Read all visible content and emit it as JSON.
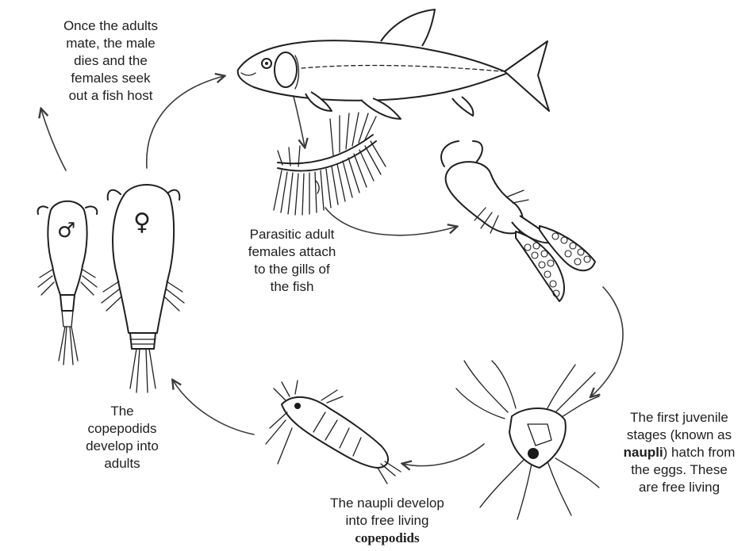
{
  "captions": {
    "mate": [
      "Once the adults",
      "mate, the male",
      "dies and the",
      "females seek",
      "out a fish host"
    ],
    "attach": [
      "Parasitic adult",
      "females attach",
      "to the gills of",
      "the fish"
    ],
    "nauplii": {
      "line1": "The first juvenile",
      "line2": "stages (known as",
      "line3_bold": "naupli",
      "line3_rest": ") hatch from",
      "line4": "the eggs. These",
      "line5": "are free living"
    },
    "copepodids": {
      "line1": "The naupli develop",
      "line2": "into free living",
      "line3_bold": "copepodids"
    },
    "adults": [
      "The",
      "copepodids",
      "develop into",
      "adults"
    ]
  },
  "symbols": {
    "male": "♂",
    "female": "♀"
  }
}
